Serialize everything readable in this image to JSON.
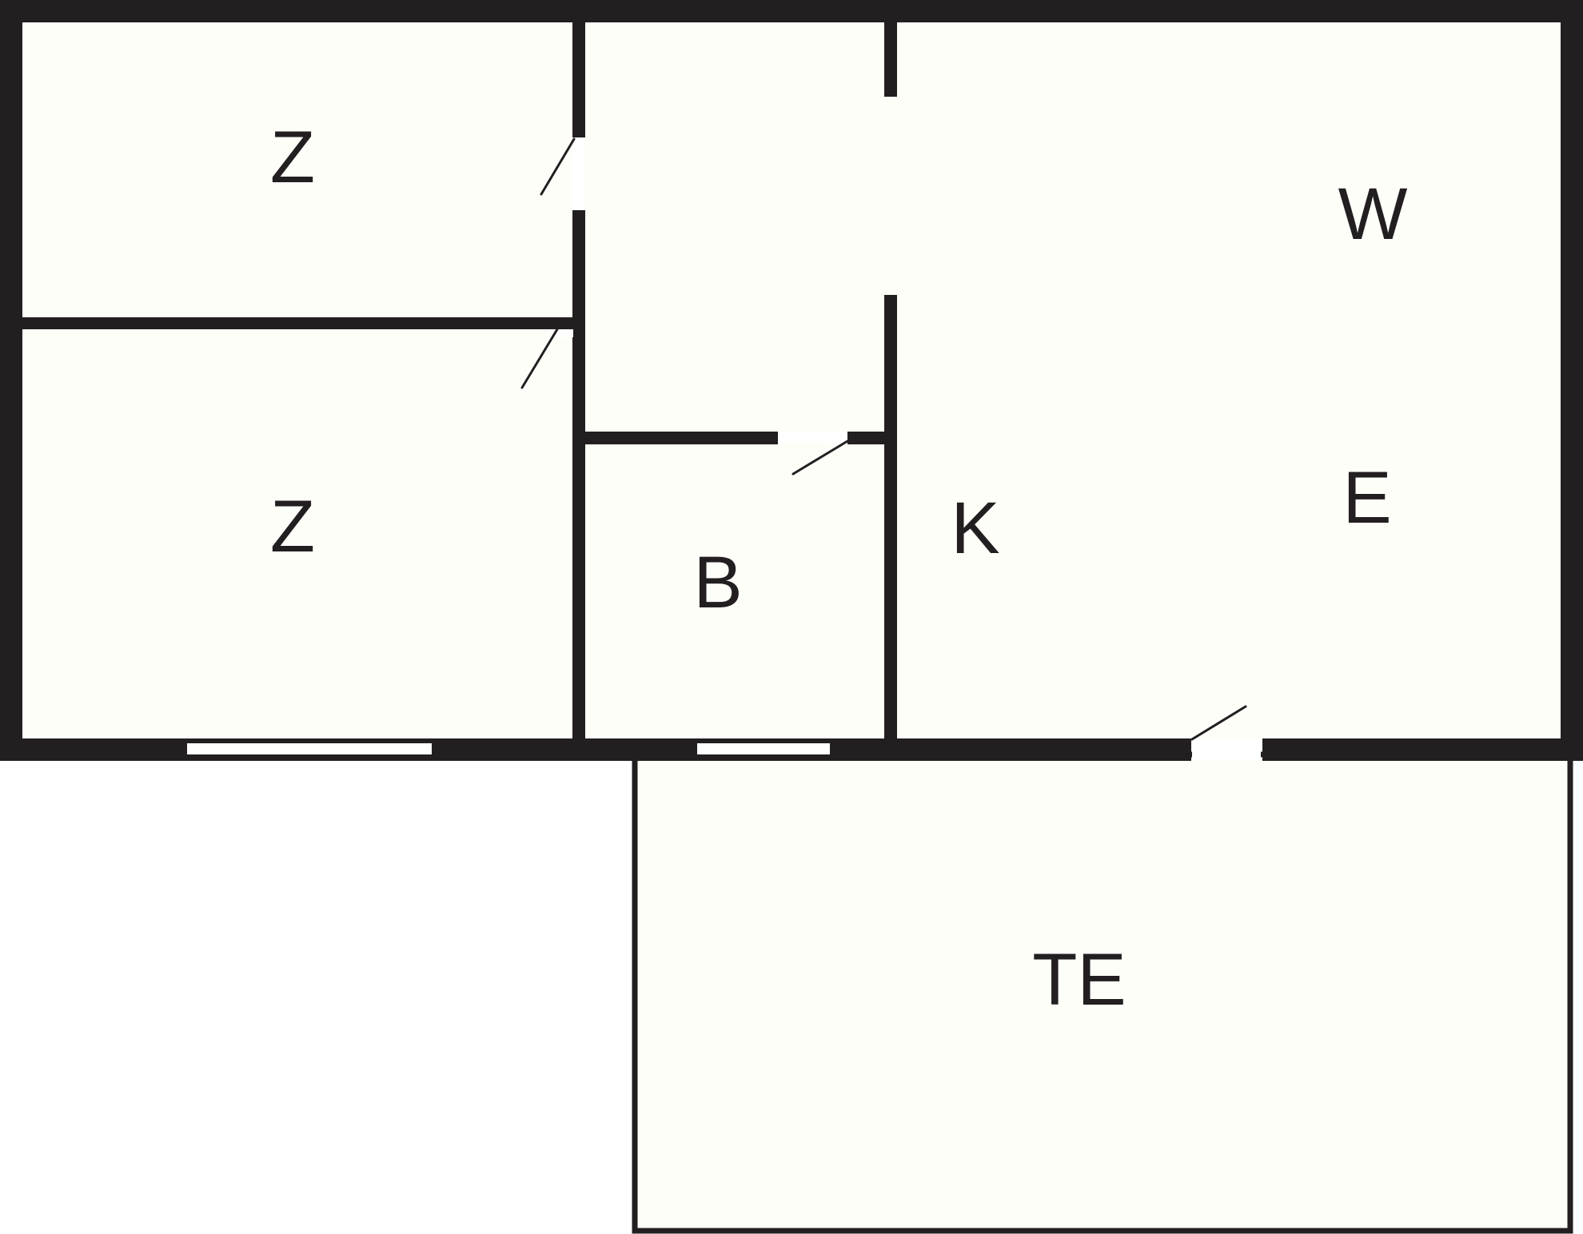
{
  "colors": {
    "wall": "#231f20",
    "floor": "#fefef9",
    "background": "#ffffff",
    "window": "#ffffff"
  },
  "rooms": [
    {
      "id": "bedroom-top",
      "label": "Z"
    },
    {
      "id": "bedroom-bottom",
      "label": "Z"
    },
    {
      "id": "bathroom",
      "label": "B"
    },
    {
      "id": "kitchen",
      "label": "K"
    },
    {
      "id": "living-w",
      "label": "W"
    },
    {
      "id": "living-e",
      "label": "E"
    },
    {
      "id": "terrace",
      "label": "TE"
    }
  ]
}
